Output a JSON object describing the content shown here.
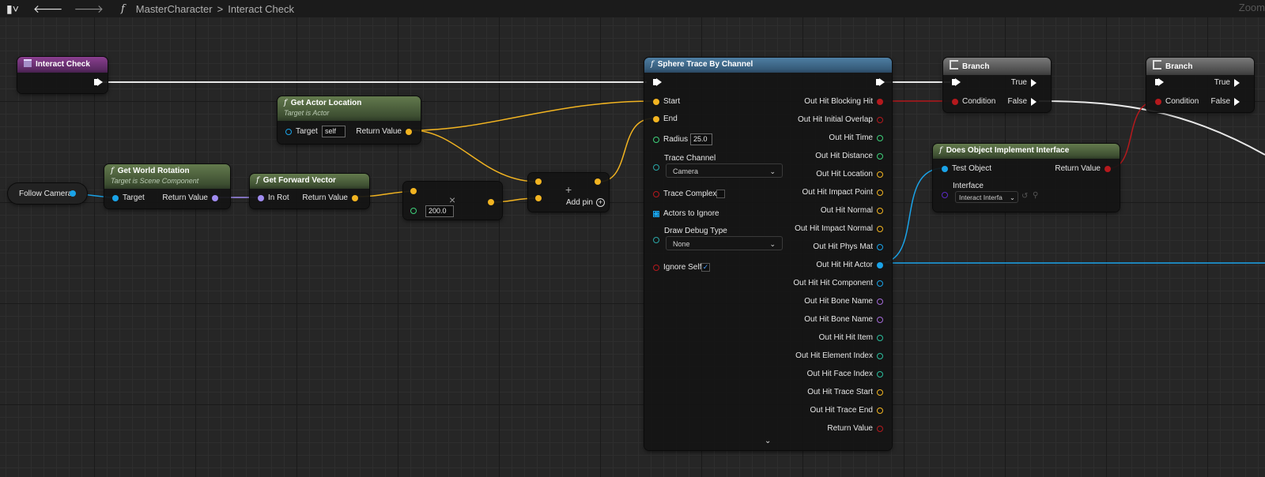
{
  "topbar": {
    "back_icon": "arrow-left-icon",
    "forward_icon": "arrow-right-icon",
    "crumb_parent": "MasterCharacter",
    "crumb_sep": ">",
    "crumb_current": "Interact Check",
    "zoom_label": "Zoom"
  },
  "nodes": {
    "interact_check": {
      "title": "Interact Check"
    },
    "follow_camera": {
      "label": "Follow Camera"
    },
    "get_world_rotation": {
      "title": "Get World Rotation",
      "subtitle": "Target is Scene Component",
      "pin_target": "Target",
      "pin_return": "Return Value"
    },
    "get_forward_vector": {
      "title": "Get Forward Vector",
      "pin_in": "In Rot",
      "pin_return": "Return Value"
    },
    "get_actor_location": {
      "title": "Get Actor Location",
      "subtitle": "Target is Actor",
      "pin_target": "Target",
      "target_value": "self",
      "pin_return": "Return Value"
    },
    "multiply": {
      "value": "200.0",
      "symbol": "×"
    },
    "add": {
      "symbol": "+",
      "add_pin": "Add pin"
    },
    "sphere_trace": {
      "title": "Sphere Trace By Channel",
      "inputs": {
        "start": "Start",
        "end": "End",
        "radius": "Radius",
        "radius_value": "25.0",
        "trace_channel": "Trace Channel",
        "trace_channel_value": "Camera",
        "trace_complex": "Trace Complex",
        "actors_to_ignore": "Actors to Ignore",
        "draw_debug_type": "Draw Debug Type",
        "draw_debug_value": "None",
        "ignore_self": "Ignore Self"
      },
      "outputs": [
        "Out Hit Blocking Hit",
        "Out Hit Initial Overlap",
        "Out Hit Time",
        "Out Hit Distance",
        "Out Hit Location",
        "Out Hit Impact Point",
        "Out Hit Normal",
        "Out Hit Impact Normal",
        "Out Hit Phys Mat",
        "Out Hit Hit Actor",
        "Out Hit Hit Component",
        "Out Hit Bone Name",
        "Out Hit Bone Name",
        "Out Hit Hit Item",
        "Out Hit Element Index",
        "Out Hit Face Index",
        "Out Hit Trace Start",
        "Out Hit Trace End",
        "Return Value"
      ]
    },
    "branch1": {
      "title": "Branch",
      "true": "True",
      "false": "False",
      "condition": "Condition"
    },
    "branch2": {
      "title": "Branch",
      "true": "True",
      "false": "False",
      "condition": "Condition"
    },
    "does_implement": {
      "title": "Does Object Implement Interface",
      "pin_test": "Test Object",
      "pin_return": "Return Value",
      "pin_interface": "Interface",
      "interface_value": "Interact Interfa"
    }
  },
  "colors": {
    "exec": "#ffffff",
    "vector": "#f2b421",
    "float": "#3ed17a",
    "object": "#1aa3e8",
    "rotator": "#a08cf0",
    "bool": "#b5191d"
  }
}
